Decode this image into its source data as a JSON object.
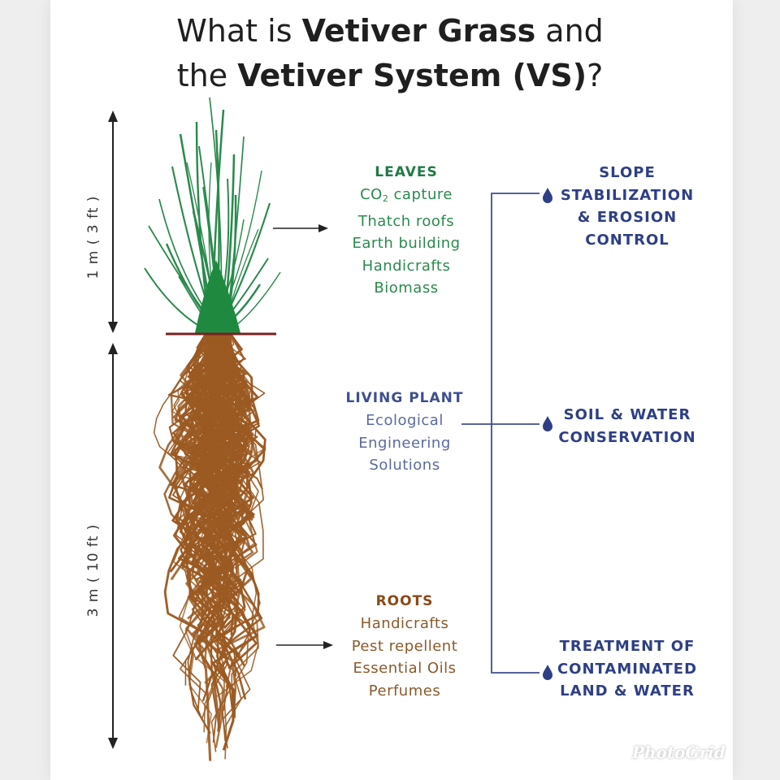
{
  "title": {
    "line1_pre": "What is ",
    "line1_bold": "Vetiver Grass",
    "line1_post": " and",
    "line2_pre": "the ",
    "line2_bold": "Vetiver System (VS)",
    "line2_post": "?"
  },
  "dimensions": {
    "top": "1 m ( 3 ft )",
    "bottom": "3 m ( 10 ft )"
  },
  "leaves": {
    "heading": "LEAVES",
    "co2_pre": "CO",
    "co2_sub": "2",
    "co2_post": " capture",
    "items": [
      "Thatch roofs",
      "Earth building",
      "Handicrafts",
      "Biomass"
    ]
  },
  "living_plant": {
    "heading": "LIVING PLANT",
    "items": [
      "Ecological",
      "Engineering",
      "Solutions"
    ]
  },
  "roots": {
    "heading": "ROOTS",
    "items": [
      "Handicrafts",
      "Pest repellent",
      "Essential Oils",
      "Perfumes"
    ]
  },
  "benefits": {
    "slope": [
      "SLOPE",
      "STABILIZATION",
      "& EROSION",
      "CONTROL"
    ],
    "soil": [
      "SOIL & WATER",
      "CONSERVATION"
    ],
    "treatment": [
      "TREATMENT OF",
      "CONTAMINATED",
      "LAND & WATER"
    ]
  },
  "colors": {
    "leaf_green": "#2a8a4c",
    "root_brown": "#9b5a22",
    "connector_blue": "#3e4f8f",
    "ground_line": "#7a2020"
  },
  "watermark": "PhotoGrid"
}
